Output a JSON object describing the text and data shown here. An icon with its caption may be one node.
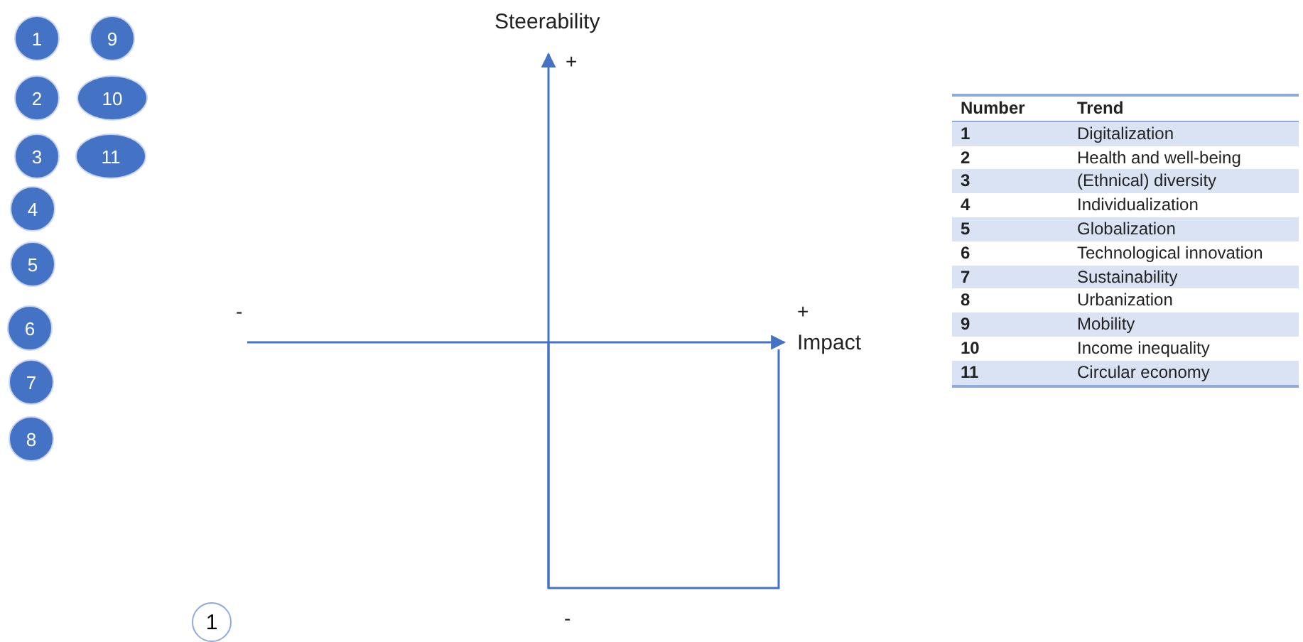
{
  "diagram": {
    "nodes": [
      {
        "text": [
          "1"
        ]
      },
      {
        "text": [
          "9"
        ]
      },
      {
        "text": [
          "2"
        ]
      },
      {
        "text": [
          "10"
        ]
      },
      {
        "text": [
          "3"
        ]
      },
      {
        "text": [
          "11"
        ]
      },
      {
        "text": [
          "4"
        ]
      },
      {
        "text": [
          "5"
        ]
      },
      {
        "text": [
          "6"
        ]
      },
      {
        "text": [
          "7"
        ]
      },
      {
        "text": [
          "8"
        ]
      },
      {
        "text": [
          "1"
        ]
      }
    ],
    "labels": [
      "Steerability",
      "+",
      "Number",
      "Trend",
      "1",
      "Digitalization",
      "2",
      "Health and well-being",
      "3",
      "(Ethnical) diversity",
      "4",
      "Individualization",
      "5",
      "Globalization",
      "6",
      "Technological innovation",
      "7",
      "Sustainability",
      "8",
      "Urbanization",
      "9",
      "Mobility",
      "10",
      "Income inequality",
      "11",
      "Circular economy",
      "-",
      "+",
      "Impact",
      "-"
    ]
  }
}
